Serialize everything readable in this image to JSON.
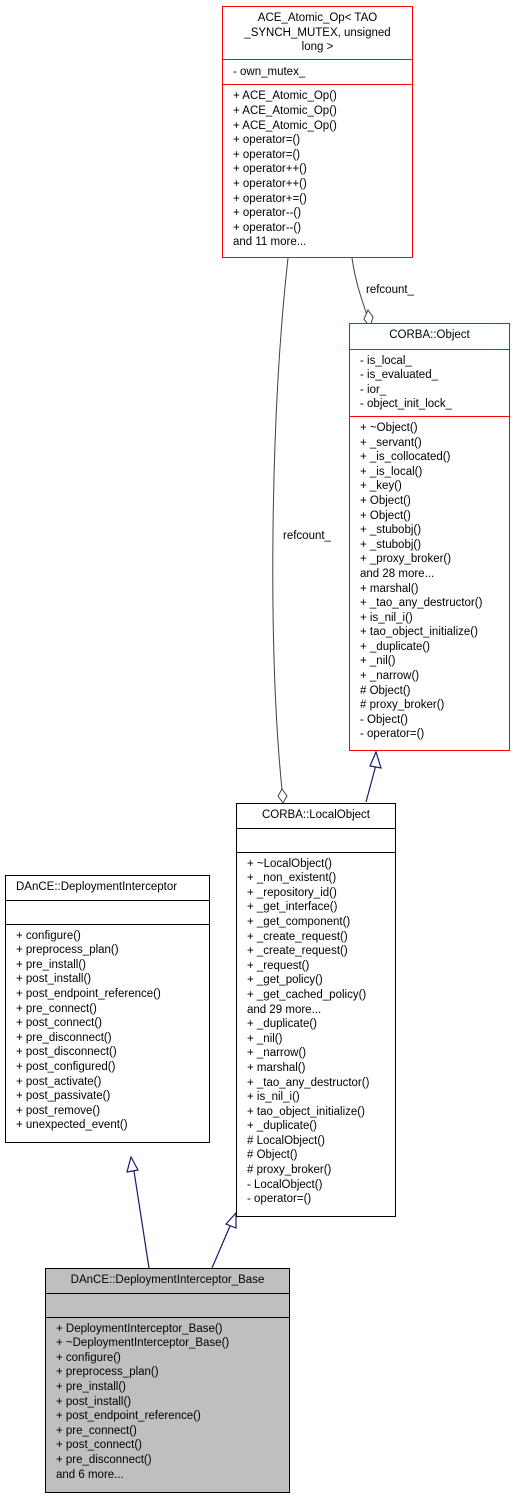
{
  "classes": {
    "atomic": {
      "title": [
        "ACE_Atomic_Op< TAO",
        "_SYNCH_MUTEX, unsigned",
        "long >"
      ],
      "attributes": [
        "- own_mutex_"
      ],
      "methods": [
        "+ ACE_Atomic_Op()",
        "+ ACE_Atomic_Op()",
        "+ ACE_Atomic_Op()",
        "+ operator=()",
        "+ operator=()",
        "+ operator++()",
        "+ operator++()",
        "+ operator+=()",
        "+ operator--()",
        "+ operator--()",
        "and 11 more..."
      ]
    },
    "object": {
      "title": [
        "CORBA::Object"
      ],
      "attributes": [
        "- is_local_",
        "- is_evaluated_",
        "- ior_",
        "- object_init_lock_"
      ],
      "methods": [
        "+ ~Object()",
        "+ _servant()",
        "+ _is_collocated()",
        "+ _is_local()",
        "+ _key()",
        "+ Object()",
        "+ Object()",
        "+ _stubobj()",
        "+ _stubobj()",
        "+ _proxy_broker()",
        "and 28 more...",
        "+ marshal()",
        "+ _tao_any_destructor()",
        "+ is_nil_i()",
        "+ tao_object_initialize()",
        "+ _duplicate()",
        "+ _nil()",
        "+ _narrow()",
        "# Object()",
        "# proxy_broker()",
        "- Object()",
        "- operator=()"
      ]
    },
    "localobject": {
      "title": [
        "CORBA::LocalObject"
      ],
      "attributes": [],
      "methods": [
        "+ ~LocalObject()",
        "+ _non_existent()",
        "+ _repository_id()",
        "+ _get_interface()",
        "+ _get_component()",
        "+ _create_request()",
        "+ _create_request()",
        "+ _request()",
        "+ _get_policy()",
        "+ _get_cached_policy()",
        "and 29 more...",
        "+ _duplicate()",
        "+ _nil()",
        "+ _narrow()",
        "+ marshal()",
        "+ _tao_any_destructor()",
        "+ is_nil_i()",
        "+ tao_object_initialize()",
        "+ _duplicate()",
        "# LocalObject()",
        "# Object()",
        "# proxy_broker()",
        "- LocalObject()",
        "- operator=()"
      ]
    },
    "interceptor": {
      "title": [
        "DAnCE::DeploymentInterceptor"
      ],
      "attributes": [],
      "methods": [
        "+ configure()",
        "+ preprocess_plan()",
        "+ pre_install()",
        "+ post_install()",
        "+ post_endpoint_reference()",
        "+ pre_connect()",
        "+ post_connect()",
        "+ pre_disconnect()",
        "+ post_disconnect()",
        "+ post_configured()",
        "+ post_activate()",
        "+ post_passivate()",
        "+ post_remove()",
        "+ unexpected_event()"
      ]
    },
    "base": {
      "title": [
        "DAnCE::DeploymentInterceptor_Base"
      ],
      "attributes": [],
      "methods": [
        "+ DeploymentInterceptor_Base()",
        "+ ~DeploymentInterceptor_Base()",
        "+ configure()",
        "+ preprocess_plan()",
        "+ pre_install()",
        "+ post_install()",
        "+ post_endpoint_reference()",
        "+ pre_connect()",
        "+ post_connect()",
        "+ pre_disconnect()",
        "and 6 more..."
      ]
    }
  },
  "edge_labels": {
    "refcount_object": "refcount_",
    "refcount_local": "refcount_"
  },
  "colors": {
    "class_border_highlight": "#ff0000",
    "class_border": "#000000",
    "focus_fill": "#bfbfbf",
    "inherit_edge": "#191970",
    "member_edge": "#404040"
  }
}
